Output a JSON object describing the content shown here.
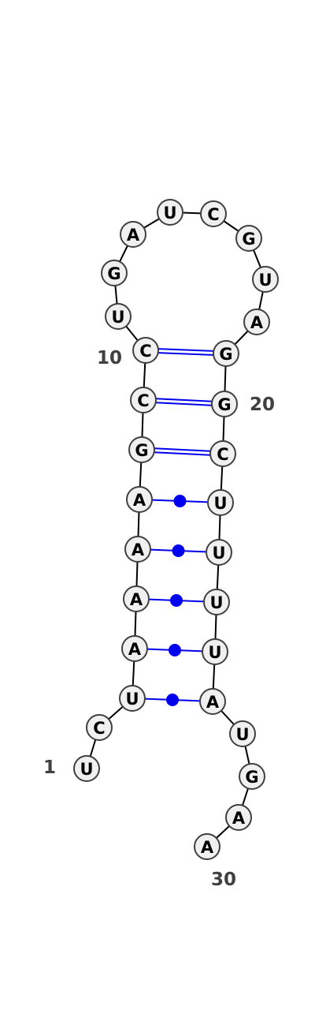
{
  "sequence": [
    "U",
    "C",
    "U",
    "A",
    "A",
    "A",
    "A",
    "G",
    "C",
    "C",
    "U",
    "G",
    "A",
    "U",
    "C",
    "G",
    "U",
    "A",
    "G",
    "G",
    "C",
    "U",
    "U",
    "U",
    "U",
    "A",
    "U",
    "G",
    "A",
    "A"
  ],
  "pairs": [
    {
      "i": 3,
      "j": 26,
      "type": "wobble"
    },
    {
      "i": 4,
      "j": 25,
      "type": "wobble"
    },
    {
      "i": 5,
      "j": 24,
      "type": "wobble"
    },
    {
      "i": 6,
      "j": 23,
      "type": "wobble"
    },
    {
      "i": 7,
      "j": 22,
      "type": "wobble"
    },
    {
      "i": 8,
      "j": 21,
      "type": "canonical"
    },
    {
      "i": 9,
      "j": 20,
      "type": "canonical"
    },
    {
      "i": 10,
      "j": 19,
      "type": "canonical"
    }
  ],
  "position_labels": [
    {
      "index": 1,
      "text": "1"
    },
    {
      "index": 10,
      "text": "10"
    },
    {
      "index": 20,
      "text": "20"
    },
    {
      "index": 30,
      "text": "30"
    }
  ],
  "colors": {
    "pair_line": "#0000ee",
    "wobble_dot": "#0000ee",
    "node_fill": "#f0f0f0",
    "node_stroke": "#404040",
    "label": "#404040"
  }
}
